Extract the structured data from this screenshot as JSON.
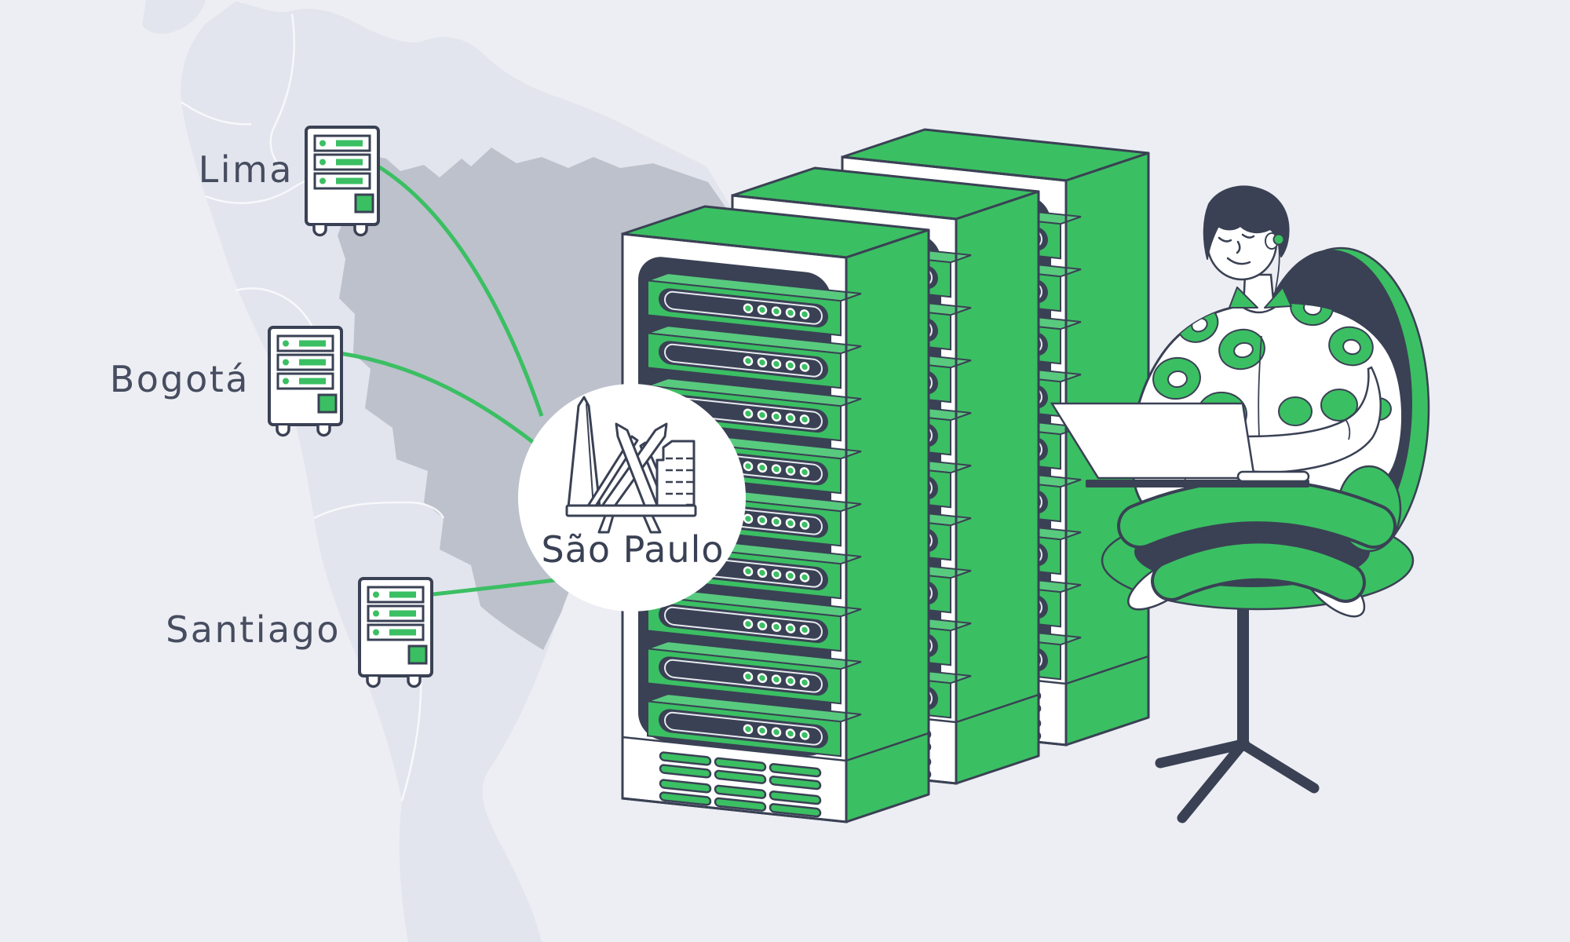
{
  "illustration": {
    "background_color": "#edeef3",
    "accent_green": "#3bbf63",
    "outline_navy": "#3a4154",
    "map": {
      "name": "south-america-map",
      "land_color": "#e2e5ed",
      "highlight_region_color": "#bdc1cc",
      "border_color": "#fafbfd"
    },
    "cities": [
      {
        "id": "lima",
        "label": "Lima"
      },
      {
        "id": "bogota",
        "label": "Bogotá"
      },
      {
        "id": "santiago",
        "label": "Santiago"
      }
    ],
    "datacenter": {
      "label": "São Paulo",
      "landmark_icon": "sao-paulo-landmarks-icon"
    },
    "racks": {
      "count": 3,
      "servers_per_rack": 9,
      "leds_per_server": 5
    }
  }
}
